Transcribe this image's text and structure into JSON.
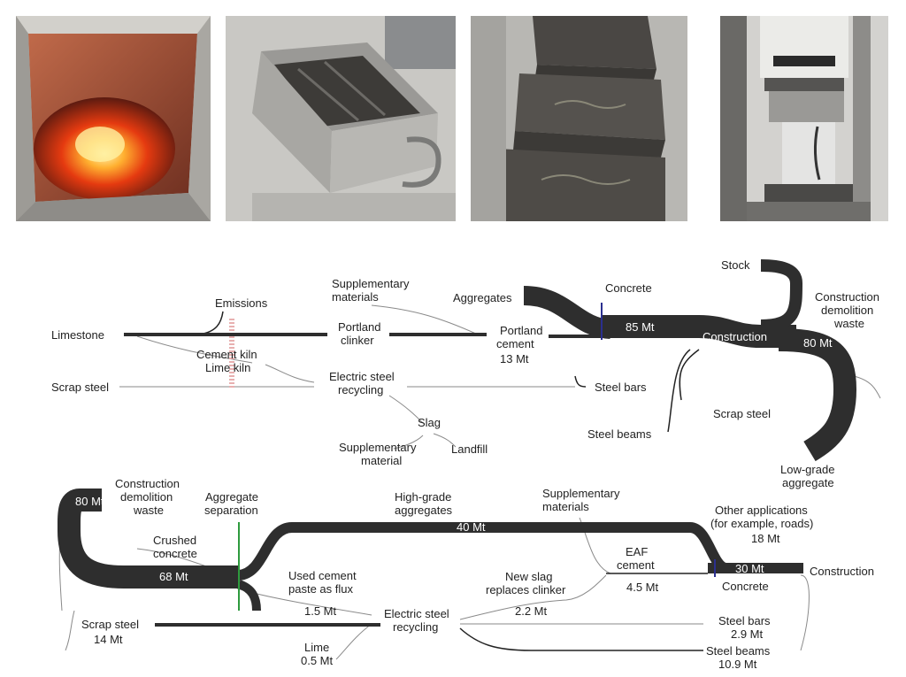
{
  "photos": [
    {
      "name": "furnace-photo"
    },
    {
      "name": "mold-photo"
    },
    {
      "name": "concrete-prisms-photo"
    },
    {
      "name": "compression-test-photo"
    }
  ],
  "current": {
    "limestone": "Limestone",
    "emissions": "Emissions",
    "kiln_line1": "Cement kiln",
    "kiln_line2": "Lime kiln",
    "scrap_steel": "Scrap steel",
    "supp_line1": "Supplementary",
    "supp_line2": "materials",
    "portland_clinker_line1": "Portland",
    "portland_clinker_line2": "clinker",
    "aggregates": "Aggregates",
    "portland_cement_line1": "Portland",
    "portland_cement_line2": "cement",
    "portland_cement_value": "13 Mt",
    "concrete": "Concrete",
    "concrete_value": "85 Mt",
    "stock": "Stock",
    "cdw_line1": "Construction",
    "cdw_line2": "demolition",
    "cdw_line3": "waste",
    "construction": "Construction",
    "cdw_value": "80 Mt",
    "eaf_line1": "Electric steel",
    "eaf_line2": "recycling",
    "steel_bars": "Steel bars",
    "slag": "Slag",
    "supp_material_line1": "Supplementary",
    "supp_material_line2": "material",
    "landfill": "Landfill",
    "scrap_steel_out": "Scrap steel",
    "steel_beams": "Steel beams",
    "low_grade_line1": "Low-grade",
    "low_grade_line2": "aggregate"
  },
  "circular": {
    "cdw_value": "80 Mt",
    "cdw_line1": "Construction",
    "cdw_line2": "demolition",
    "cdw_line3": "waste",
    "agg_sep_line1": "Aggregate",
    "agg_sep_line2": "separation",
    "high_grade_line1": "High-grade",
    "high_grade_line2": "aggregates",
    "high_grade_value": "40 Mt",
    "supp_line1": "Supplementary",
    "supp_line2": "materials",
    "other_line1": "Other applications",
    "other_line2": "(for example, roads)",
    "other_value": "18 Mt",
    "crushed_line1": "Crushed",
    "crushed_line2": "concrete",
    "crushed_value": "68 Mt",
    "eaf_cement_line1": "EAF",
    "eaf_cement_line2": "cement",
    "eaf_cement_value": "4.5 Mt",
    "concrete_value": "30 Mt",
    "construction": "Construction",
    "concrete": "Concrete",
    "used_paste_line1": "Used cement",
    "used_paste_line2": "paste as flux",
    "used_paste_value": "1.5 Mt",
    "new_slag_line1": "New slag",
    "new_slag_line2": "replaces clinker",
    "new_slag_value": "2.2 Mt",
    "scrap_steel": "Scrap steel",
    "scrap_steel_value": "14 Mt",
    "eaf_line1": "Electric steel",
    "eaf_line2": "recycling",
    "lime": "Lime",
    "lime_value": "0.5 Mt",
    "steel_bars": "Steel bars",
    "steel_bars_value": "2.9 Mt",
    "steel_beams": "Steel beams",
    "steel_beams_value": "10.9 Mt"
  },
  "colors": {
    "band": "#2e2e2e",
    "emission_dash": "#e8b0b0",
    "concrete_marker": "#2b2f8f",
    "separation_marker": "#2e9a3e"
  }
}
